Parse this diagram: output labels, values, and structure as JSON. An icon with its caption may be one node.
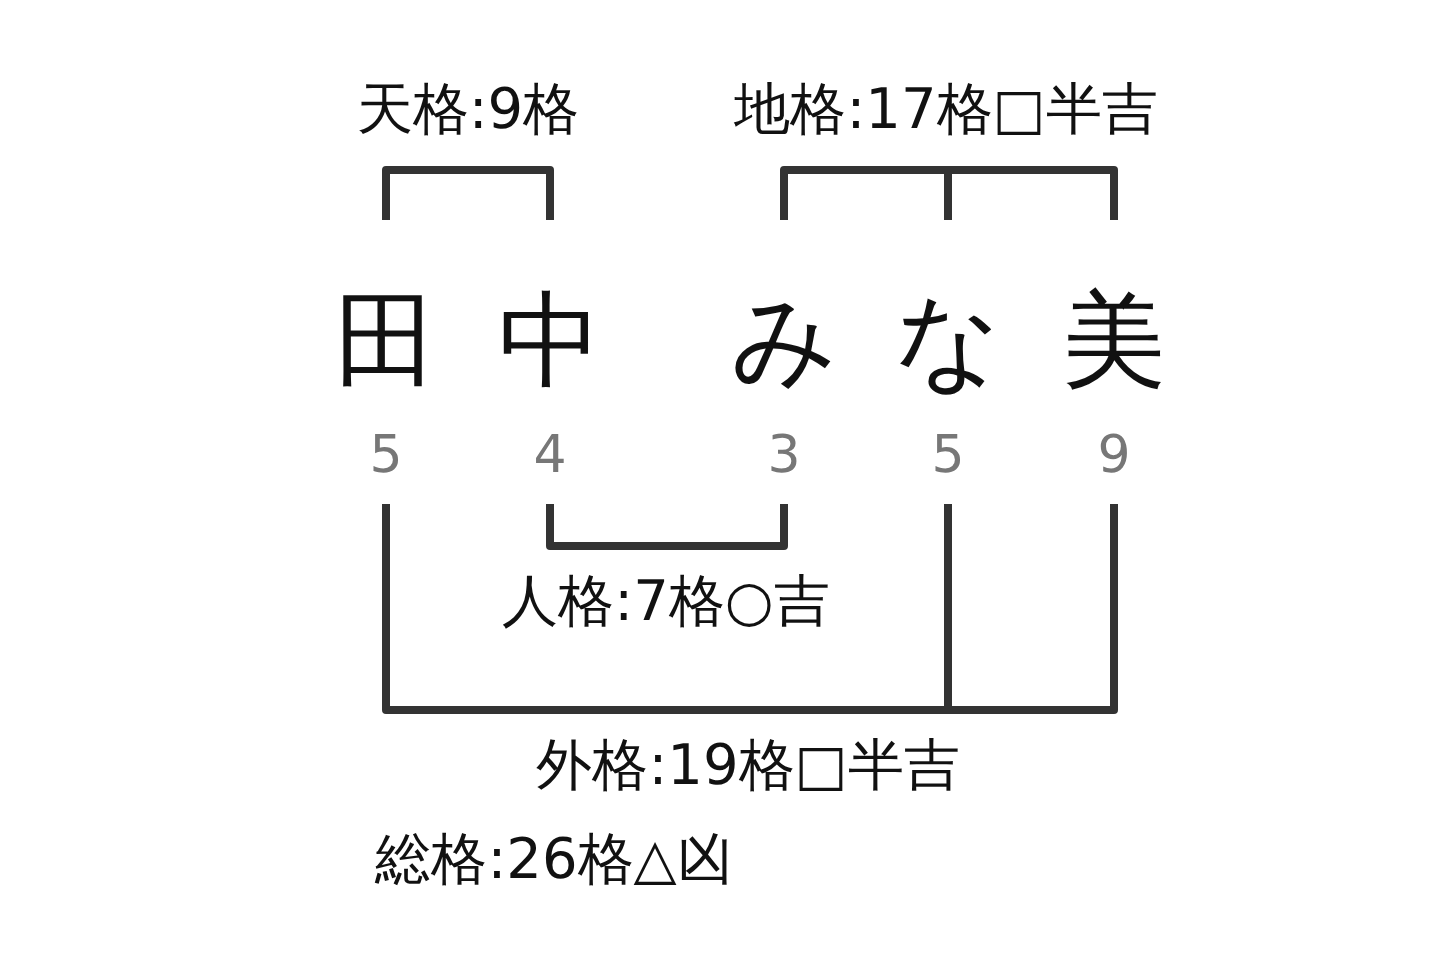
{
  "diagram": {
    "labels": [
      "天格:9格",
      "地格:17格□半吉",
      "田",
      "中",
      "み",
      "な",
      "美",
      "5",
      "4",
      "3",
      "5",
      "9",
      "人格:7格○吉",
      "外格:19格□半吉",
      "総格:26格△凶"
    ]
  }
}
